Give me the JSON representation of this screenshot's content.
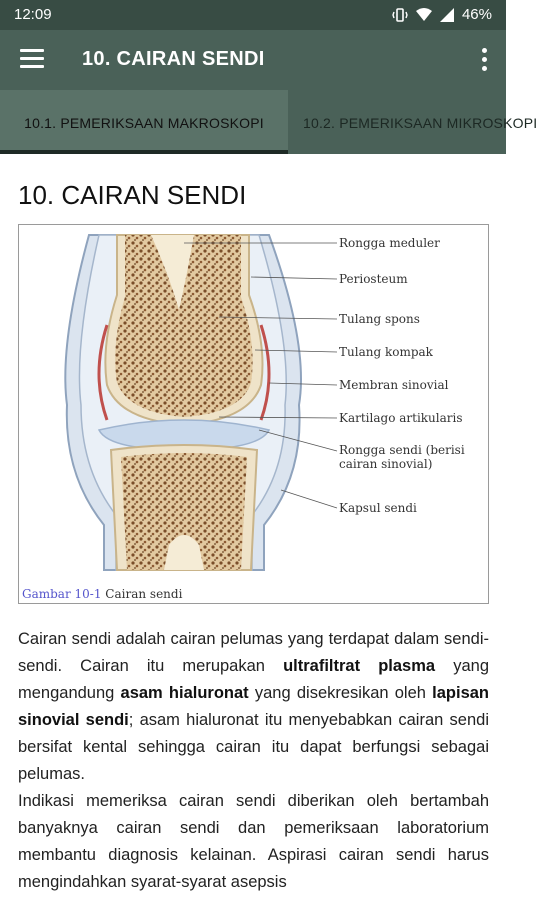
{
  "status": {
    "time": "12:09",
    "battery": "46%"
  },
  "appbar": {
    "title": "10. CAIRAN SENDI"
  },
  "tabs": [
    {
      "label": "10.1. PEMERIKSAAN MAKROSKOPI"
    },
    {
      "label": "10.2. PEMERIKSAAN MIKROSKOPI"
    }
  ],
  "heading": "10. CAIRAN SENDI",
  "figure": {
    "labels": [
      "Rongga meduler",
      "Periosteum",
      "Tulang spons",
      "Tulang kompak",
      "Membran sinovial",
      "Kartilago artikularis",
      "Rongga sendi (berisi",
      "cairan sinovial)",
      "Kapsul sendi"
    ],
    "caption_ref": "Gambar 10-1",
    "caption_text": "Cairan sendi"
  },
  "paragraph1": {
    "t1": "Cairan sendi adalah cairan pelumas yang terdapat dalam sendi-sendi. Cairan itu merupakan ",
    "b1": "ultrafiltrat plasma",
    "t2": " yang mengandung ",
    "b2": "asam hialuronat",
    "t3": " yang disekresikan oleh ",
    "b3": "lapisan sinovial sendi",
    "t4": "; asam hialuronat itu menyebabkan cairan sendi bersifat kental sehingga cairan itu dapat berfungsi sebagai pelumas."
  },
  "paragraph2": "Indikasi memeriksa cairan sendi diberikan oleh bertambah banyaknya cairan sendi dan pemeriksaan laboratorium membantu diagnosis kelainan. Aspirasi cairan sendi harus mengindahkan syarat-syarat asepsis"
}
